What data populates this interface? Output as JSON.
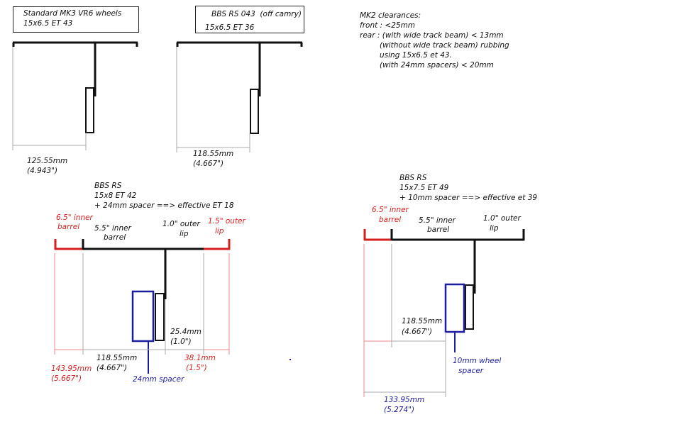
{
  "panel1": {
    "title_line1": "Standard MK3 VR6 wheels",
    "title_line2": "15x6.5 ET 43",
    "dim_mm": "125.55mm",
    "dim_in": "(4.943\")"
  },
  "panel2": {
    "title_line1": "BBS RS 043  (off camry)",
    "title_line2": "15x6.5 ET 36",
    "dim_mm": "118.55mm",
    "dim_in": "(4.667\")"
  },
  "clearances": {
    "title": "MK2 clearances:",
    "front": "front : <25mm",
    "rear1": "rear : (with wide track beam) < 13mm",
    "rear2": "(without wide track beam) rubbing",
    "rear3": "using 15x6.5 et 43.",
    "rear4": "(with 24mm spacers) < 20mm"
  },
  "panel3": {
    "title_line1": "BBS RS",
    "title_line2": "15x8 ET 42",
    "title_line3": "+ 24mm spacer ==> effective ET 18",
    "inner65_1": "6.5\" inner",
    "inner65_2": "barrel",
    "inner55_1": "5.5\" inner",
    "inner55_2": "barrel",
    "outer10_1": "1.0\" outer",
    "outer10_2": "lip",
    "outer15_1": "1.5\" outer",
    "outer15_2": "lip",
    "lip_mm": "25.4mm",
    "lip_in": "(1.0\")",
    "total_mm": "143.95mm",
    "total_in": "(5.667\")",
    "inner_mm": "118.55mm",
    "inner_in": "(4.667\")",
    "outer_mm": "38.1mm",
    "outer_in": "(1.5\")",
    "spacer_label": "24mm spacer"
  },
  "panel4": {
    "title_line1": "BBS RS",
    "title_line2": "15x7.5 ET 49",
    "title_line3": "+ 10mm spacer ==> effective et 39",
    "inner65_1": "6.5\" inner",
    "inner65_2": "barrel",
    "inner55_1": "5.5\" inner",
    "inner55_2": "barrel",
    "outer10_1": "1.0\" outer",
    "outer10_2": "lip",
    "inner_mm": "118.55mm",
    "inner_in": "(4.667\")",
    "spacer_label1": "10mm wheel",
    "spacer_label2": "spacer",
    "total_mm": "133.95mm",
    "total_in": "(5.274\")"
  },
  "colors": {
    "line": "#111111",
    "thin": "#999999",
    "red": "#d61f1f",
    "red_thin": "#ee8a8a",
    "blue": "#1d1da0"
  }
}
